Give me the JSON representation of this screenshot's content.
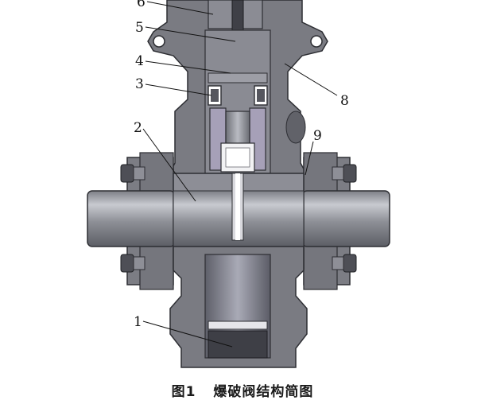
{
  "figure": {
    "caption_number": "图1",
    "caption_title": "爆破阀结构简图",
    "callouts": [
      "6",
      "5",
      "4",
      "3",
      "8",
      "2",
      "9",
      "1"
    ]
  }
}
